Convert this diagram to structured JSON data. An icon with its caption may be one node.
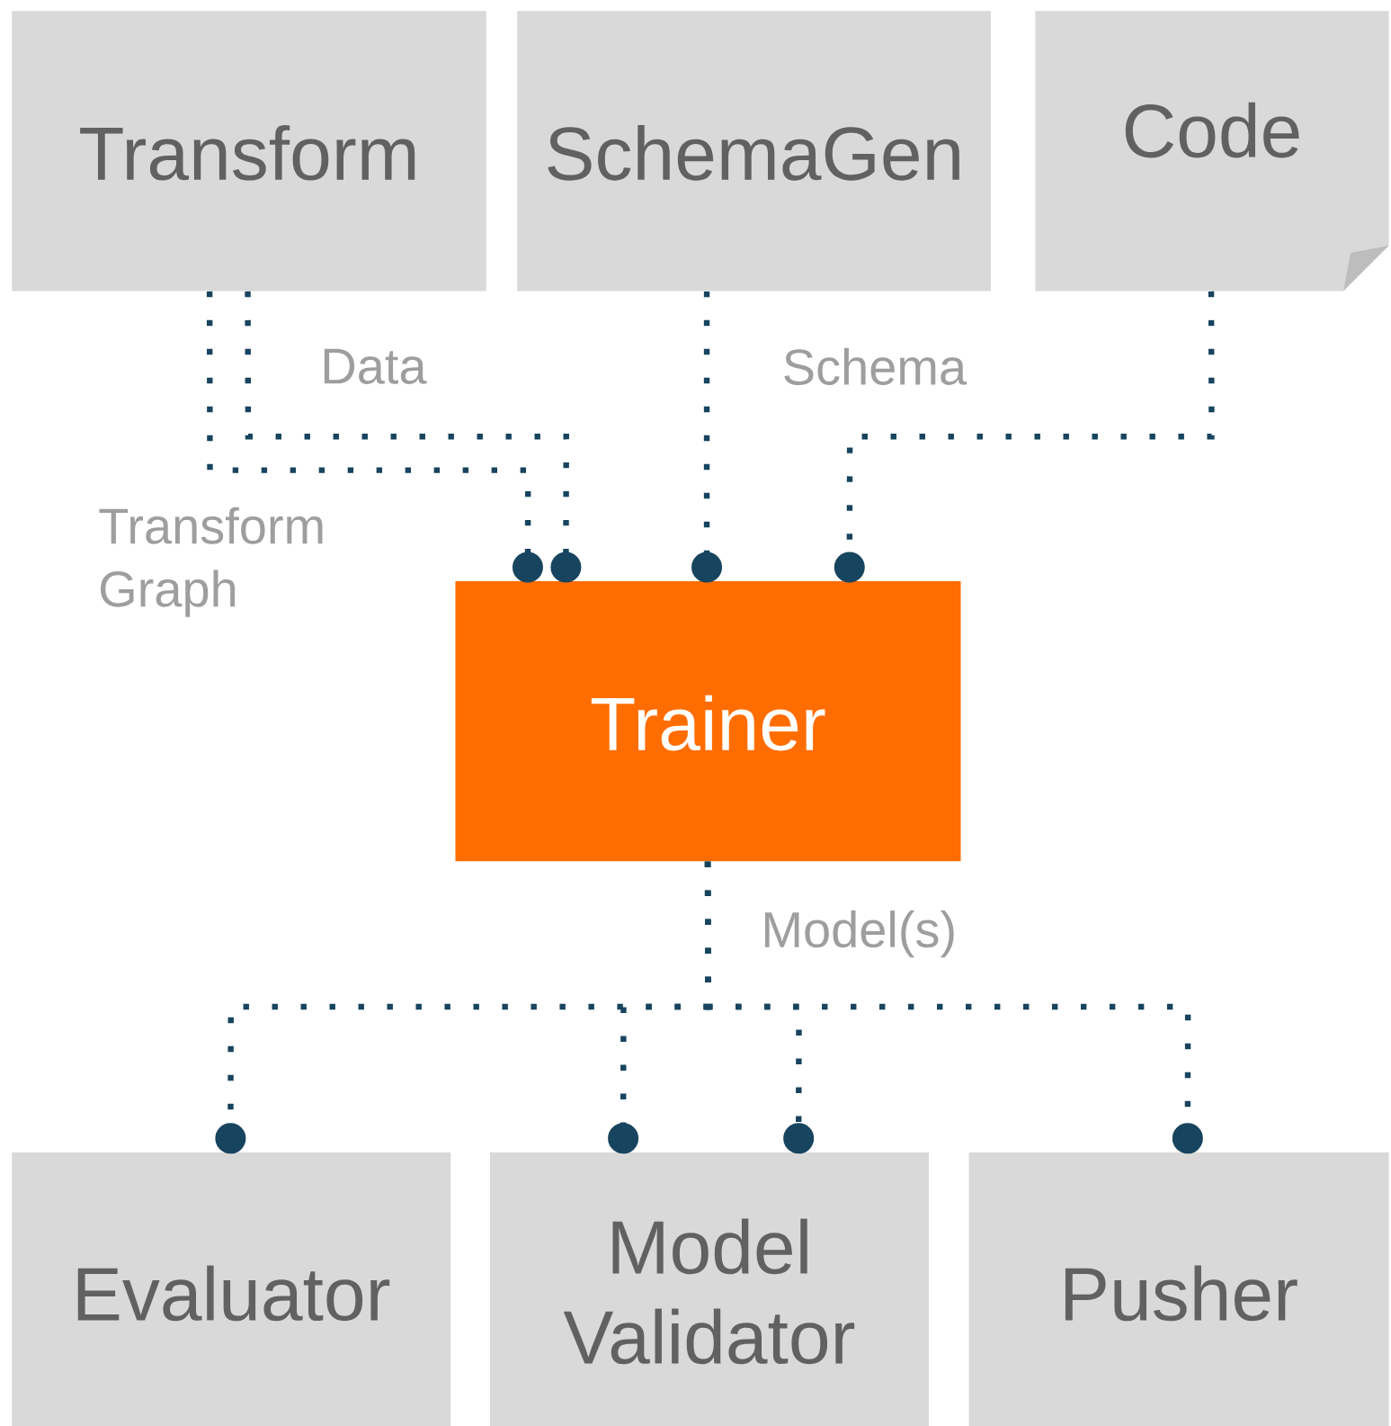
{
  "diagram": {
    "nodes": [
      {
        "text": [
          "Transform"
        ]
      },
      {
        "text": [
          "SchemaGen"
        ]
      },
      {
        "text": [
          "Code"
        ]
      },
      {
        "text": [
          "Trainer"
        ]
      },
      {
        "text": [
          "Evaluator"
        ]
      },
      {
        "text": [
          "Model Validator"
        ]
      },
      {
        "text": [
          "Pusher"
        ]
      }
    ],
    "edges": [
      {
        "from": 0,
        "to": 3,
        "arrow": "other",
        "label": "Data"
      },
      {
        "from": 0,
        "to": 3,
        "arrow": "other",
        "label": "Transform Graph"
      },
      {
        "from": 1,
        "to": 3,
        "arrow": "other",
        "label": "Schema"
      },
      {
        "from": 2,
        "to": 3,
        "arrow": "other"
      },
      {
        "from": 3,
        "to": 4,
        "arrow": "other"
      },
      {
        "from": 3,
        "to": 5,
        "arrow": "other"
      },
      {
        "from": 3,
        "to": 5,
        "arrow": "other"
      },
      {
        "from": 3,
        "to": 6,
        "arrow": "other"
      }
    ],
    "labels": [
      "Model(s)"
    ]
  }
}
